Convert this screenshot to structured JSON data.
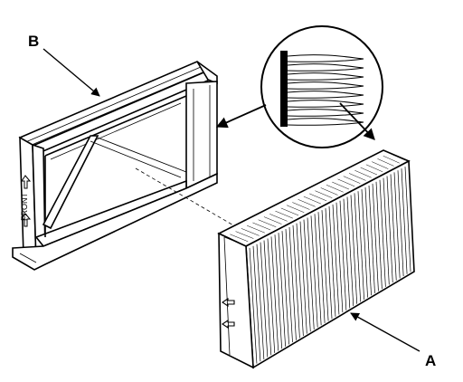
{
  "labels": {
    "frame": "B",
    "filter": "A"
  },
  "frame_side_text": "FRONT",
  "colors": {
    "line": "#000000",
    "background": "#ffffff"
  }
}
